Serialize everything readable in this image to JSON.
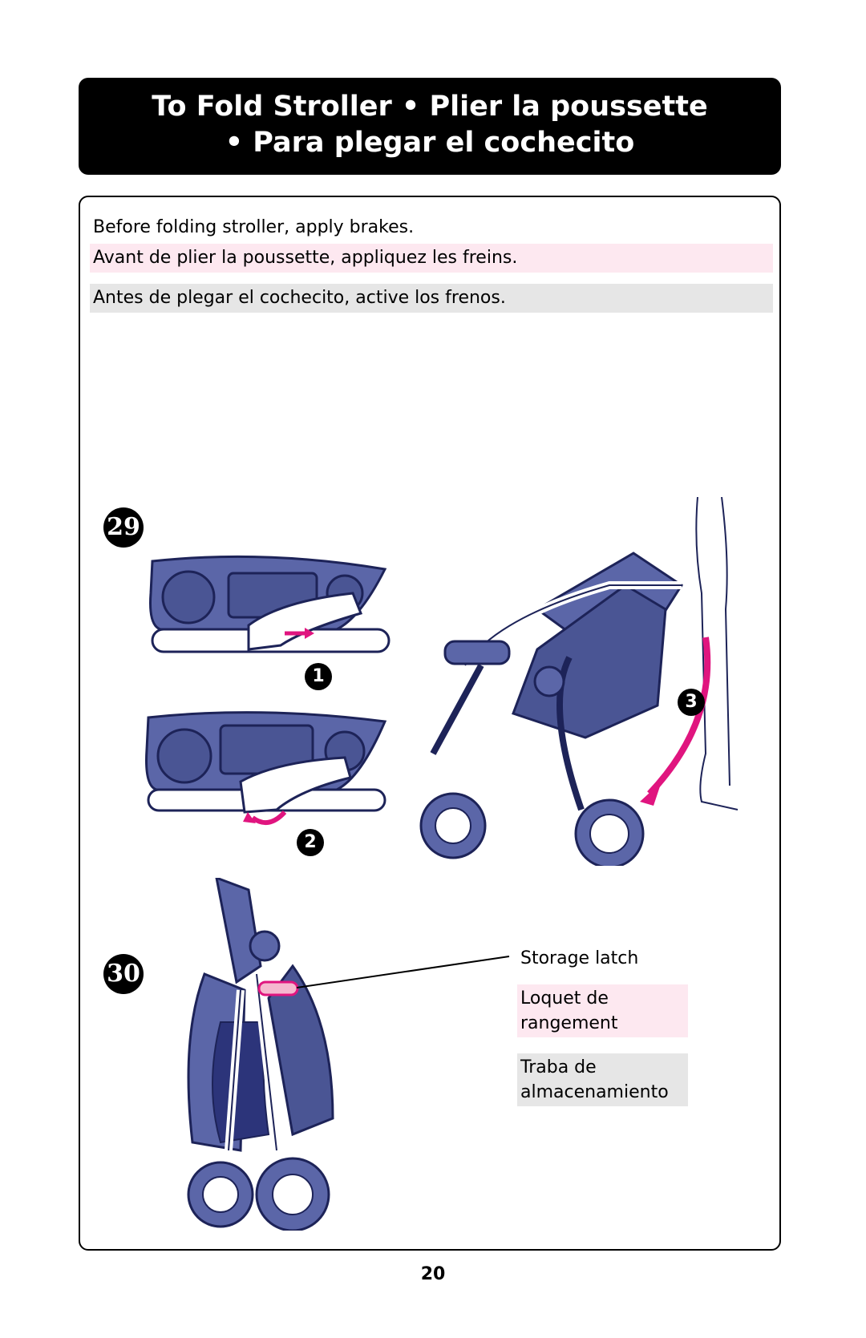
{
  "header": {
    "line1": "To Fold Stroller • Plier la poussette",
    "line2": "• Para plegar el cochecito"
  },
  "intro": {
    "en": "Before folding stroller, apply brakes.",
    "fr": "Avant de plier la poussette, appliquez les freins.",
    "es": "Antes de plegar el cochecito, active los frenos."
  },
  "steps": {
    "step29": "29",
    "step30": "30",
    "sub1": "❶",
    "sub2": "❷",
    "sub3": "❸"
  },
  "latch": {
    "en": "Storage latch",
    "fr": "Loquet de rangement",
    "es": "Traba de almacenamiento"
  },
  "page_number": "20",
  "colors": {
    "stroller_blue": "#5b66a8",
    "arrow_magenta": "#e0157f",
    "pink_highlight": "#fde8f0",
    "gray_highlight": "#e6e6e6"
  }
}
